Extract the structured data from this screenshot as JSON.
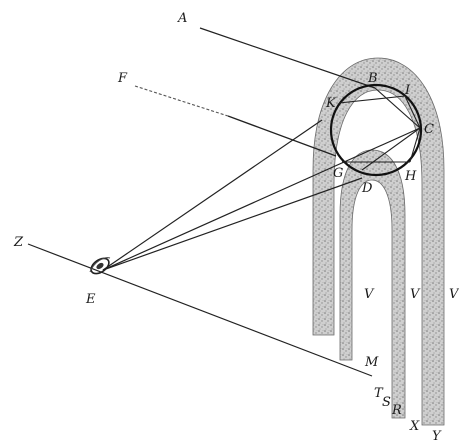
{
  "diagram": {
    "labels": {
      "a": "A",
      "b": "B",
      "c": "C",
      "d": "D",
      "e": "E",
      "f": "F",
      "g": "G",
      "h": "H",
      "i": "I",
      "k": "K",
      "m": "M",
      "r": "R",
      "s": "S",
      "t": "T",
      "v1": "V",
      "v2": "V",
      "v3": "V",
      "x": "X",
      "y": "Y",
      "z": "Z"
    }
  }
}
